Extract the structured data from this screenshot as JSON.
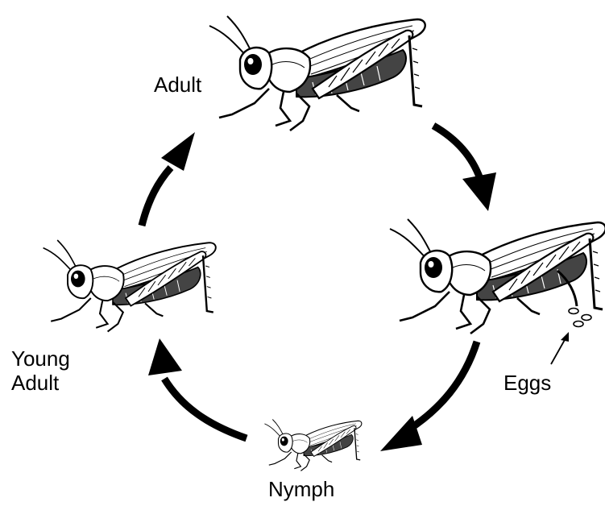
{
  "labels": {
    "adult": "Adult",
    "young_adult_line1": "Young",
    "young_adult_line2": "Adult",
    "eggs": "Eggs",
    "nymph": "Nymph"
  },
  "colors": {
    "ink": "#000000",
    "background": "#ffffff"
  },
  "icons": [
    "grasshopper-adult-icon",
    "grasshopper-egg-laying-icon",
    "grasshopper-nymph-icon",
    "grasshopper-young-adult-icon",
    "eggs-icon",
    "cycle-arrow-icon"
  ]
}
